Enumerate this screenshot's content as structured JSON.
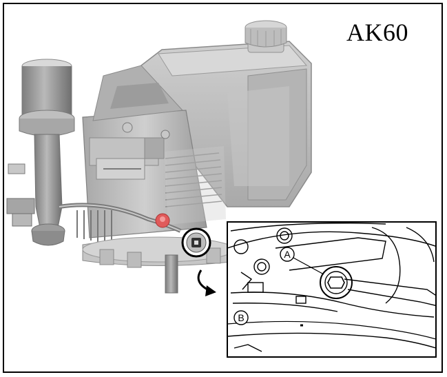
{
  "diagram": {
    "model_label": "AK60",
    "callouts": {
      "a": "A",
      "b": "B"
    },
    "colors": {
      "engine_body": "#bdbdbd",
      "engine_dark": "#8f8f8f",
      "engine_light": "#dcdcdc",
      "highlight_red": "#e05a5a",
      "outline": "#000000"
    }
  }
}
